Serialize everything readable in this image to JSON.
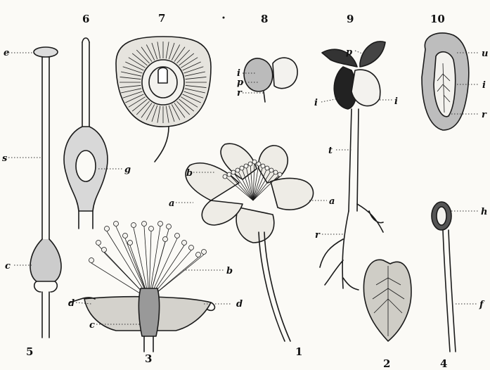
{
  "figures": [
    {
      "id": "5",
      "number": "5",
      "labels": [
        "e",
        "s",
        "c"
      ]
    },
    {
      "id": "6",
      "number": "6",
      "labels": [
        "g"
      ]
    },
    {
      "id": "7",
      "number": "7",
      "labels": []
    },
    {
      "id": "8",
      "number": "8",
      "labels": [
        "i",
        "p",
        "r"
      ]
    },
    {
      "id": "9",
      "number": "9",
      "labels": [
        "p",
        "i",
        "i",
        "t",
        "r"
      ]
    },
    {
      "id": "10",
      "number": "10",
      "labels": [
        "u",
        "i",
        "r"
      ]
    },
    {
      "id": "1",
      "number": "1",
      "labels": [
        "b",
        "a",
        "a"
      ]
    },
    {
      "id": "3",
      "number": "3",
      "labels": [
        "b",
        "d",
        "d",
        "c"
      ]
    },
    {
      "id": "2",
      "number": "2",
      "labels": []
    },
    {
      "id": "4",
      "number": "4",
      "labels": [
        "h",
        "f"
      ]
    }
  ],
  "colors": {
    "ink": "#1a1a1a",
    "paper": "#fbfaf6"
  }
}
